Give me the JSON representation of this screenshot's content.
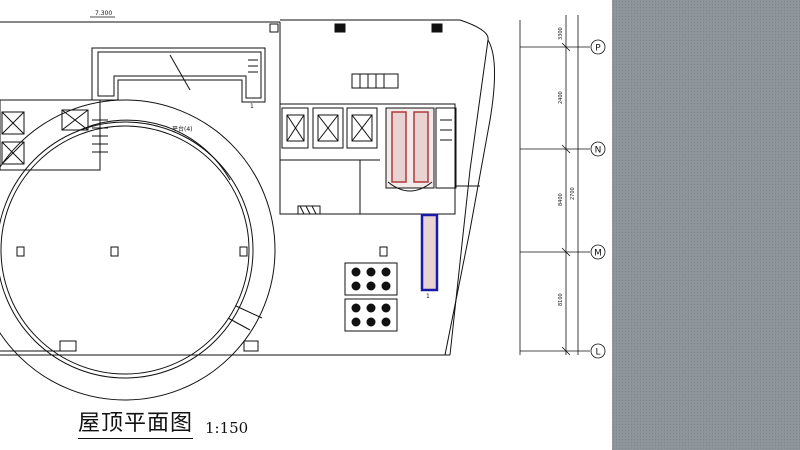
{
  "drawing": {
    "title": "屋顶平面图",
    "scale": "1:150",
    "elevation_tag": "7.300",
    "grid_axes": [
      {
        "label": "P"
      },
      {
        "label": "N"
      },
      {
        "label": "M"
      },
      {
        "label": "L"
      }
    ],
    "dimensions": {
      "seg_P_N": "2400",
      "seg_N_M": "8400",
      "seg_M_L": "8100",
      "total": "2700",
      "top": "3300"
    },
    "stair_label": "1",
    "highlight_label": "1",
    "ring_note": "平台(4)"
  },
  "colors": {
    "line": "#111111",
    "highlight_border": "#1a1aa8",
    "highlight_fill": "#e8d2d2",
    "escalator": "#b03a3a",
    "panel": "#8e969b"
  }
}
